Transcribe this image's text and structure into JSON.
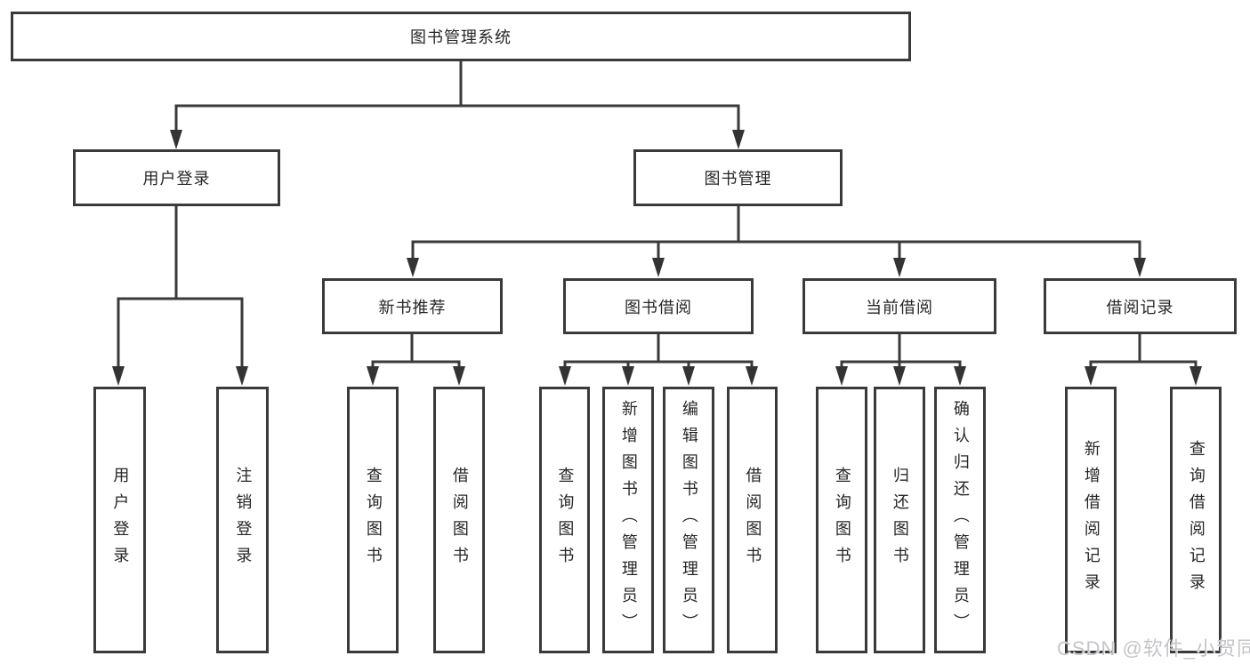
{
  "colors": {
    "background": "#ffffff",
    "box_border": "#3a3a3a",
    "connector": "#3a3a3a",
    "text": "#262626",
    "watermark": "#c5c5c9"
  },
  "watermark": {
    "text": "CSDN @软件_小贺同学"
  },
  "tree": {
    "root": {
      "label": "图书管理系统"
    },
    "branches": [
      {
        "label": "用户登录",
        "children": [
          {
            "label": "用户登录"
          },
          {
            "label": "注销登录"
          }
        ]
      },
      {
        "label": "图书管理",
        "children": [
          {
            "label": "新书推荐",
            "children": [
              {
                "label": "查询图书"
              },
              {
                "label": "借阅图书"
              }
            ]
          },
          {
            "label": "图书借阅",
            "children": [
              {
                "label": "查询图书"
              },
              {
                "label": "新增图书（管理员）"
              },
              {
                "label": "编辑图书（管理员）"
              },
              {
                "label": "借阅图书"
              }
            ]
          },
          {
            "label": "当前借阅",
            "children": [
              {
                "label": "查询图书"
              },
              {
                "label": "归还图书"
              },
              {
                "label": "确认归还（管理员）"
              }
            ]
          },
          {
            "label": "借阅记录",
            "children": [
              {
                "label": "新增借阅记录"
              },
              {
                "label": "查询借阅记录"
              }
            ]
          }
        ]
      }
    ]
  }
}
